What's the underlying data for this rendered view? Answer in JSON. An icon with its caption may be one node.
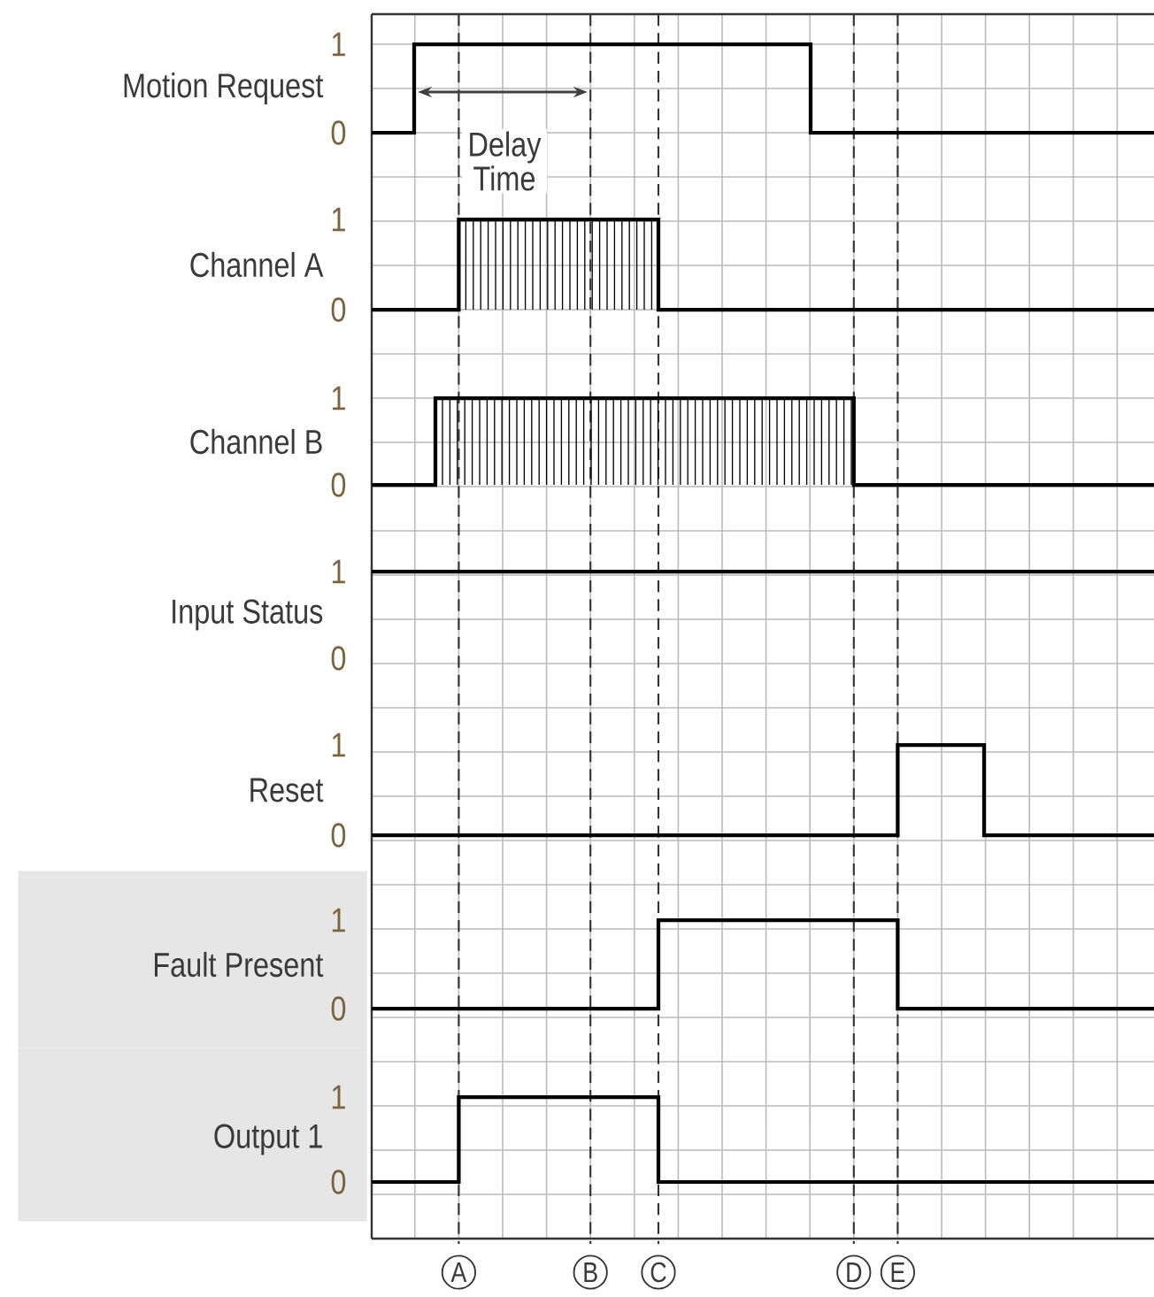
{
  "diagram": {
    "nodes": [
      {
        "text": [
          "Fault Present",
          "1",
          "0"
        ]
      },
      {
        "text": [
          "Output 1",
          "1",
          "0"
        ]
      },
      {
        "text": [
          "A"
        ]
      },
      {
        "text": [
          "B"
        ]
      },
      {
        "text": [
          "C"
        ]
      },
      {
        "text": [
          "D"
        ]
      },
      {
        "text": [
          "E"
        ]
      }
    ],
    "labels": [
      "1",
      "Motion Request",
      "0",
      "Delay Time",
      "1",
      "Channel A",
      "0",
      "1",
      "Channel B",
      "0",
      "1",
      "Input Status",
      "0",
      "1",
      "Reset",
      "0"
    ]
  }
}
